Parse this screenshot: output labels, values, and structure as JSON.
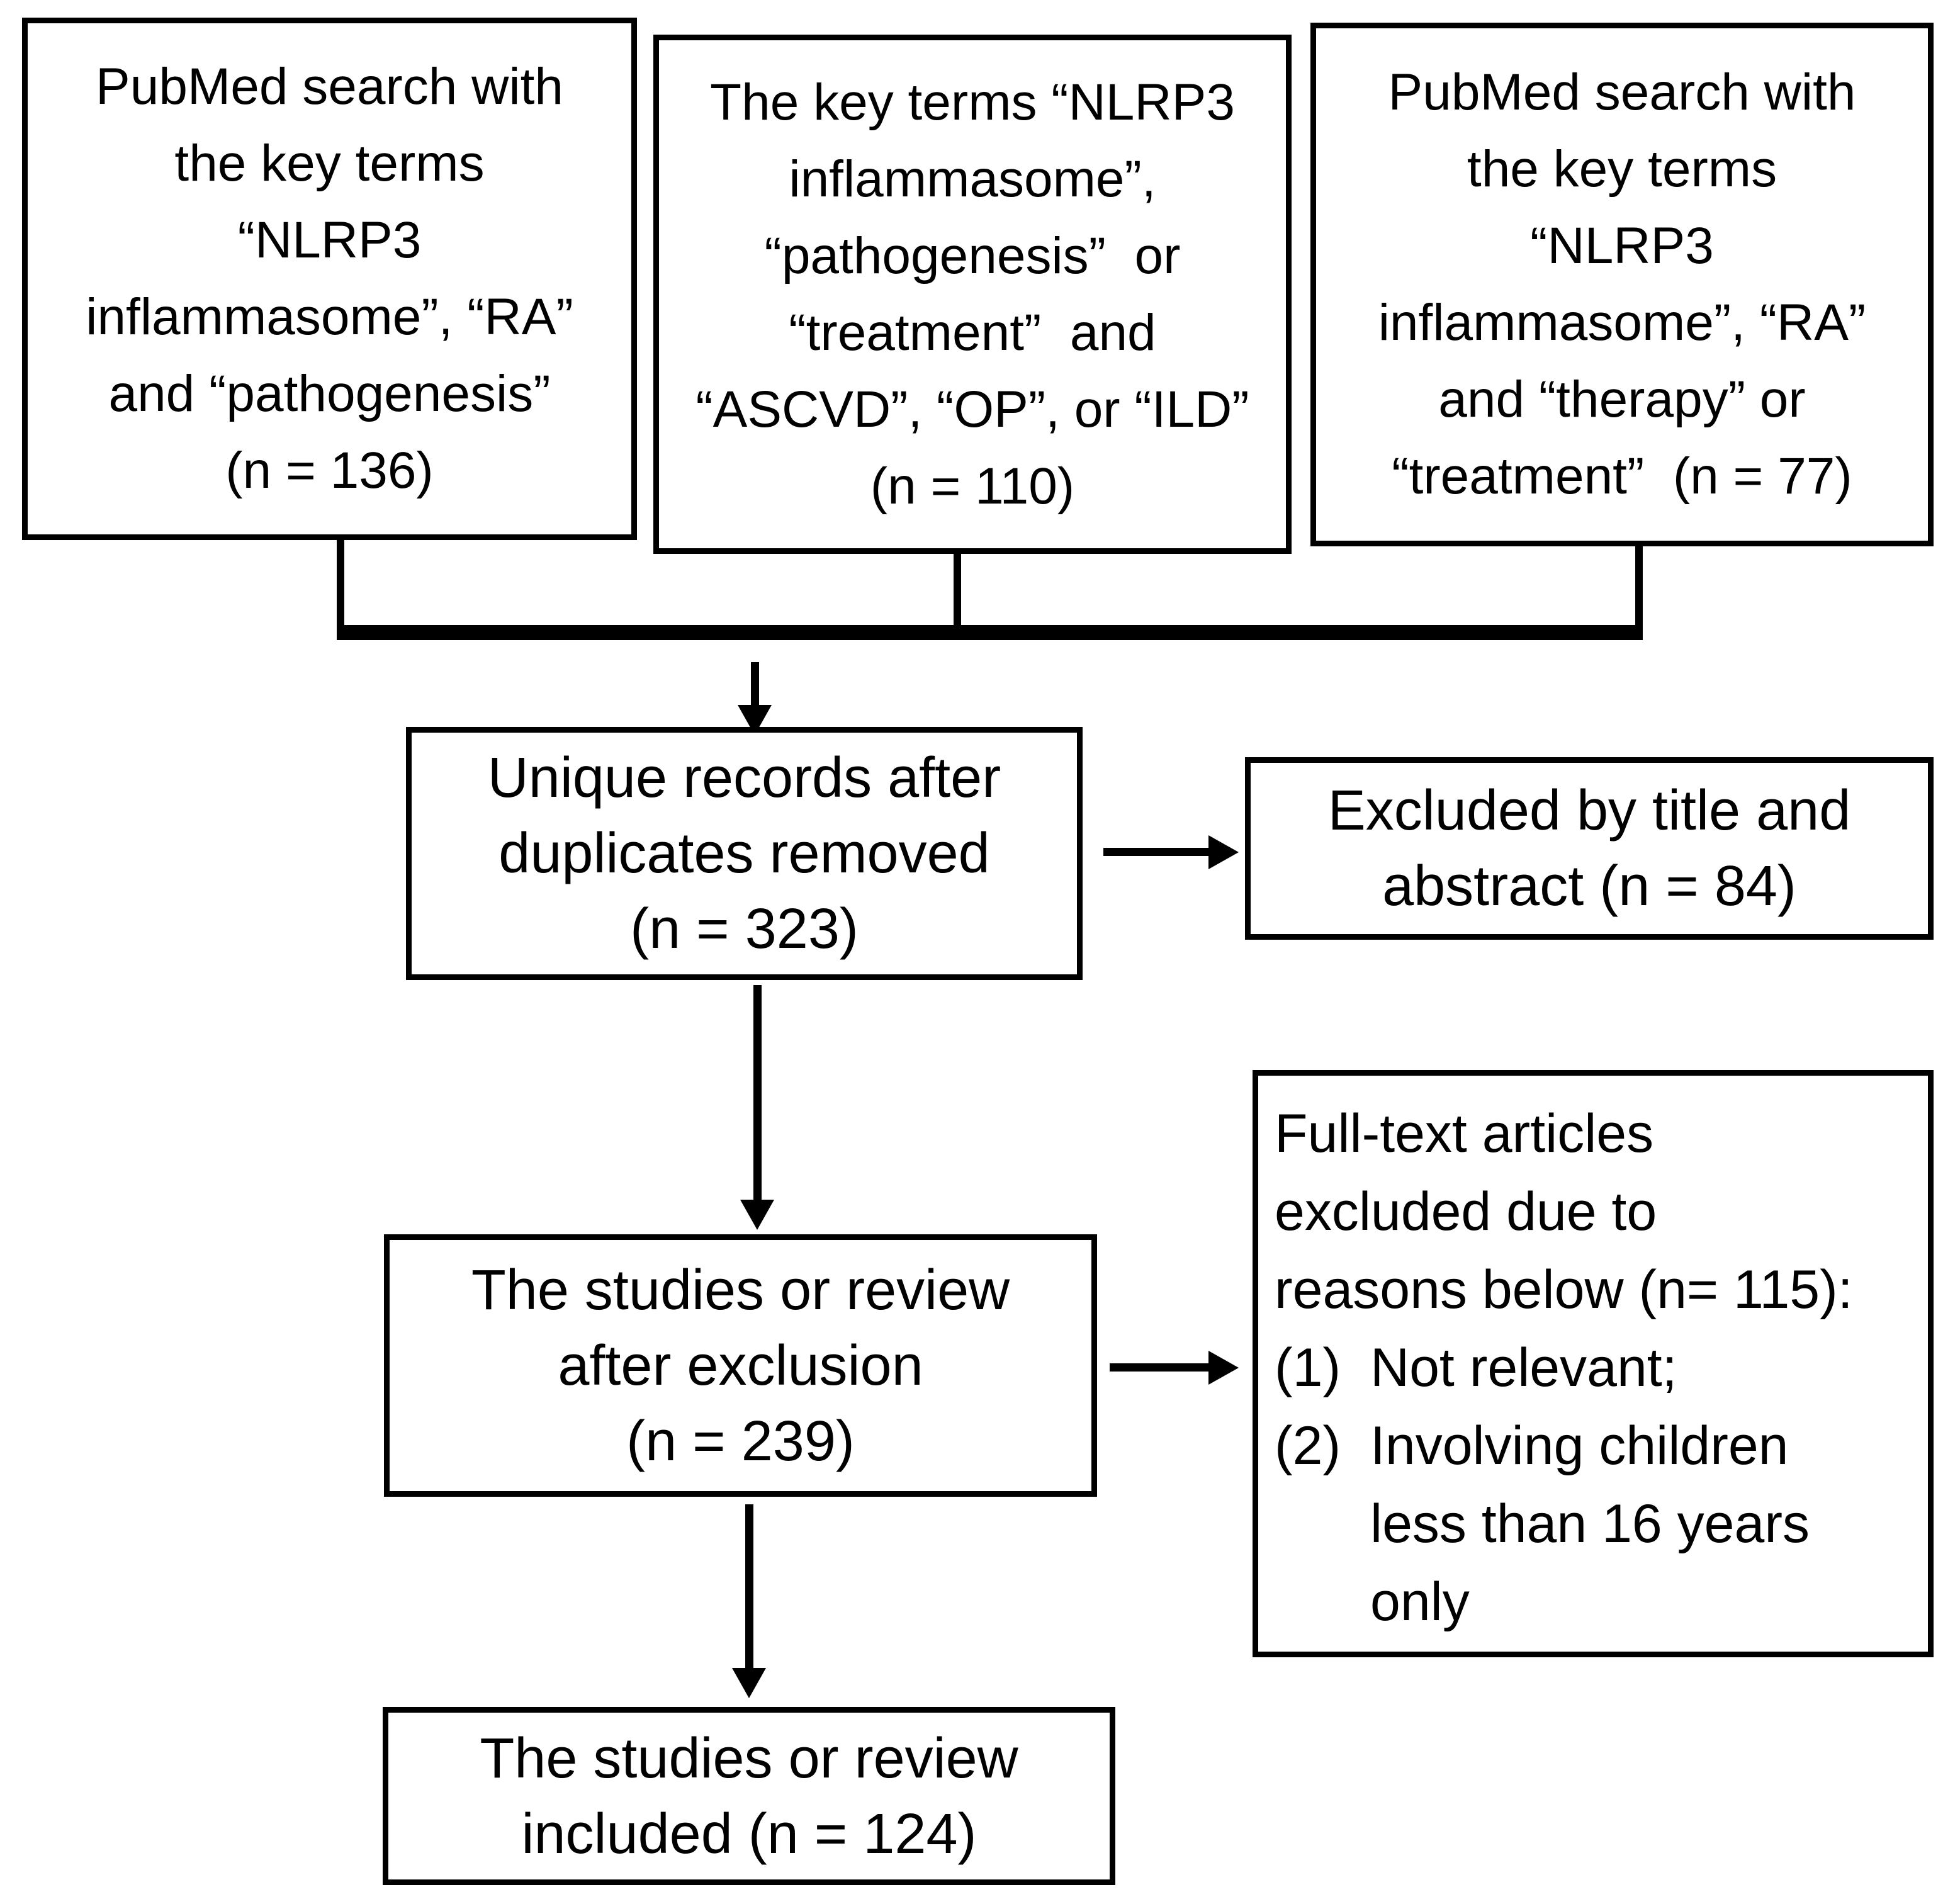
{
  "figure": {
    "description": "PubMed literature search and study selection flow diagram",
    "colors": {
      "background": "#ffffff",
      "line": "#000000",
      "text": "#000000"
    }
  },
  "top_row": {
    "search_pathogenesis": {
      "text": "PubMed search with\nthe key terms\n“NLRP3\ninflammasome”, “RA”\nand “pathogenesis”\n(n = 136)",
      "n": 136
    },
    "search_comorbidity": {
      "text": "The key terms “NLRP3\ninflammasome”,\n“pathogenesis”  or\n“treatment”  and\n“ASCVD”, “OP”, or “ILD”\n(n = 110)",
      "n": 110
    },
    "search_therapy": {
      "text": "PubMed search with\nthe key terms\n“NLRP3\ninflammasome”, “RA”\nand “therapy” or\n“treatment”  (n = 77)",
      "n": 77
    }
  },
  "flow": {
    "unique_records": {
      "text": "Unique records after\nduplicates removed\n(n = 323)",
      "n": 323
    },
    "excluded_title_abstract": {
      "text": "Excluded by title and\nabstract (n = 84)",
      "n": 84
    },
    "after_exclusion": {
      "text": "The studies or review\nafter exclusion\n(n = 239)",
      "n": 239
    },
    "fulltext_excluded": {
      "intro": "Full-text articles\nexcluded due to\nreasons below (n= 115):",
      "n": 115,
      "items": [
        {
          "marker": "(1)",
          "text": "Not relevant;"
        },
        {
          "marker": "(2)",
          "text": "Involving children\nless than 16 years\nonly"
        }
      ]
    },
    "included": {
      "text": "The studies or review\nincluded (n = 124)",
      "n": 124
    }
  }
}
